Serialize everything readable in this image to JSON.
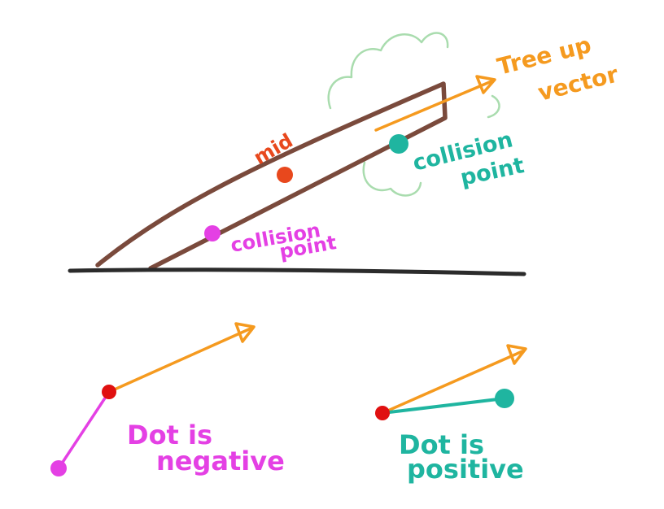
{
  "colors": {
    "ground": "#2b2b2b",
    "trunk": "#7a4a3c",
    "foliage": "#a9dcae",
    "up_vector": "#f59a1f",
    "mid": "#e8481d",
    "collision_teal": "#1fb5a0",
    "collision_magenta": "#e440e4",
    "origin_red": "#e01010"
  },
  "labels": {
    "tree_up_line1": "Tree up",
    "tree_up_line2": "vector",
    "mid": "mid",
    "collision_teal_line1": "collision",
    "collision_teal_line2": "point",
    "collision_magenta_line1": "collision",
    "collision_magenta_line2": "point",
    "negative_line1": "Dot is",
    "negative_line2": "negative",
    "positive_line1": "Dot is",
    "positive_line2": "positive"
  },
  "icons": {
    "arrow": "open-arrowhead",
    "foliage": "cloud-outline"
  }
}
